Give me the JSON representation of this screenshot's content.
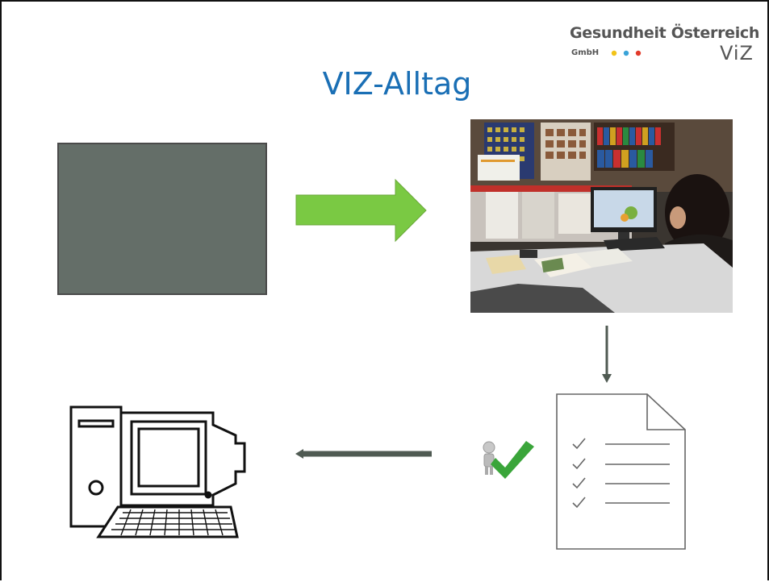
{
  "header": {
    "logo_line1": "Gesundheit Österreich",
    "logo_line2": "GmbH",
    "logo_mark": "ViZ",
    "logo_dot_colors": [
      "#f2c318",
      "#3aa3d8",
      "#e23a2a"
    ]
  },
  "title": "VIZ-Alltag",
  "colors": {
    "title": "#1a6fb5",
    "green_arrow": "#7ac943",
    "dark_box": "#646e68",
    "connector": "#4f5a52",
    "check": "#3aa53a"
  },
  "icons": [
    "photo-office-icon",
    "checklist-document-icon",
    "person-checkmark-icon",
    "desktop-computer-icon"
  ]
}
